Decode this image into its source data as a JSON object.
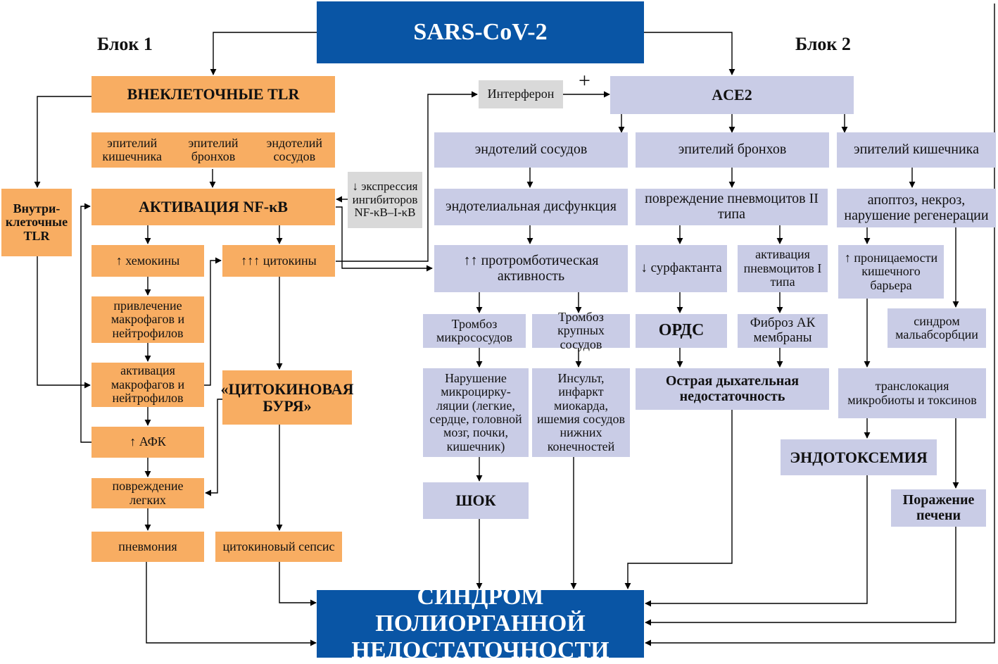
{
  "top": "SARS-CoV-2",
  "bottom": "СИНДРОМ ПОЛИОРГАННОЙ НЕДОСТАТОЧНОСТИ",
  "block1": "Блок 1",
  "block2": "Блок 2",
  "plus": "+",
  "left": {
    "ext_tlr": "ВНЕКЛЕТОЧНЫЕ TLR",
    "epi_int": "эпителий кишечника",
    "epi_bronch": "эпителий бронхов",
    "endo_vess": "эндотелий сосудов",
    "intra_tlr": "Внутри-клеточные TLR",
    "nfkb": "АКТИВАЦИЯ NF-κB",
    "inhib": "↓ экспрессия ингибиторов NF-κB–I-κB",
    "chemokines": "↑ хемокины",
    "cytokines": "↑↑↑ цитокины",
    "recruit": "привлечение макрофагов и нейтрофилов",
    "activation": "активация макрофагов и нейтрофилов",
    "storm": "«ЦИТОКИНОВАЯ БУРЯ»",
    "afk": "↑ АФК",
    "lung_damage": "повреждение легких",
    "pneumonia": "пневмония",
    "sepsis": "цитокиновый сепсис"
  },
  "right": {
    "interferon": "Интерферон",
    "ace2": "ACE2",
    "endo": "эндотелий сосудов",
    "bronch": "эпителий бронхов",
    "intest": "эпителий кишечника",
    "endo_dys": "эндотелиальная дисфункция",
    "pneumo_dmg": "повреждение пневмоцитов II типа",
    "apoptosis": "апоптоз, некроз, нарушение регенерации",
    "prothromb": "↑↑ протромботическая активность",
    "surfactant": "↓ сурфактанта",
    "pneumo_act": "активация пневмоцитов I типа",
    "permeab": "↑ проницаемости кишечного барьера",
    "malabs": "синдром мальабсорбции",
    "thromb_micro": "Тромбоз микрососудов",
    "thromb_large": "Тромбоз крупных сосудов",
    "ards": "ОРДС",
    "fibrosis": "Фиброз АК мембраны",
    "microcirc": "Нарушение микроцирку-ляции (легкие, сердце, головной мозг, почки, кишечник)",
    "stroke": "Инсульт, инфаркт миокарда, ишемия сосудов нижних конечностей",
    "resp_fail": "Острая дыхательная недостаточность",
    "translocation": "транслокация микробиоты и токсинов",
    "endotox": "ЭНДОТОКСЕМИЯ",
    "shock": "ШОК",
    "liver": "Поражение печени"
  },
  "colors": {
    "orange": "#f8ad62",
    "lavender": "#c9cce6",
    "navy": "#0955a5",
    "gray": "#d9d9d9"
  }
}
